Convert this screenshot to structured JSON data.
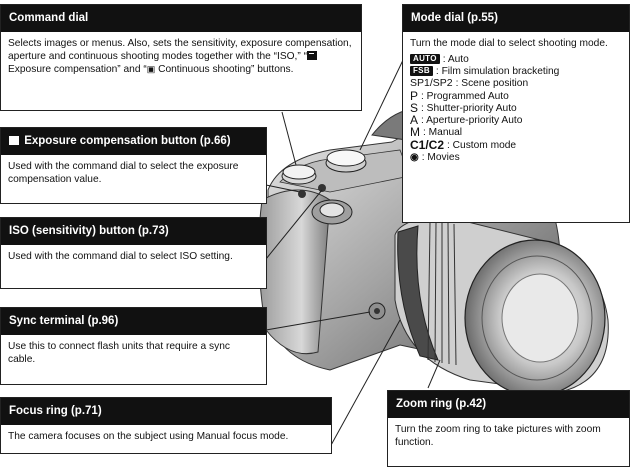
{
  "command_dial": {
    "title": "Command dial",
    "text_part1": "Selects images or menus. Also, sets the sensitivity, exposure compensation, aperture and continuous shooting modes together with the “ISO,” “",
    "text_part2": " Exposure compensation” and “",
    "text_part3": " Continuous shooting” buttons."
  },
  "exposure_button": {
    "title": "Exposure compensation button (p.66)",
    "text": "Used with the command dial to select the exposure compensation value."
  },
  "iso_button": {
    "title": "ISO (sensitivity) button (p.73)",
    "text": "Used with the command dial to select ISO setting."
  },
  "sync_terminal": {
    "title": "Sync terminal (p.96)",
    "text": "Use this to connect flash units that require a sync cable."
  },
  "focus_ring": {
    "title": "Focus ring (p.71)",
    "text": "The camera focuses on the subject using Manual focus mode."
  },
  "mode_dial": {
    "title": "Mode dial (p.55)",
    "intro": "Turn the mode dial to select shooting mode.",
    "modes": [
      {
        "key": "AUTO",
        "label": ": Auto"
      },
      {
        "key": "FSB",
        "label": ": Film simulation bracketing"
      },
      {
        "key": "SP1/SP2",
        "label": ": Scene position"
      },
      {
        "key": "P",
        "label": ": Programmed Auto"
      },
      {
        "key": "S",
        "label": ": Shutter-priority Auto"
      },
      {
        "key": "A",
        "label": ": Aperture-priority Auto"
      },
      {
        "key": "M",
        "label": ": Manual"
      },
      {
        "key": "C1/C2",
        "label": ": Custom mode"
      },
      {
        "key": "movie-icon",
        "label": ": Movies"
      }
    ]
  },
  "zoom_ring": {
    "title": "Zoom ring (p.42)",
    "text": "Turn the zoom ring to take pictures with zoom function."
  }
}
